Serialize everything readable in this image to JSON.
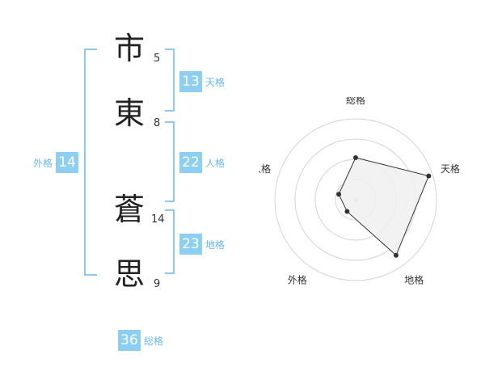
{
  "name": {
    "chars": [
      {
        "char": "市",
        "strokes": "5"
      },
      {
        "char": "東",
        "strokes": "8"
      },
      {
        "char": "蒼",
        "strokes": "14"
      },
      {
        "char": "思",
        "strokes": "9"
      }
    ]
  },
  "fortunes": {
    "tenkaku": {
      "value": "13",
      "label": "天格"
    },
    "jinkaku": {
      "value": "22",
      "label": "人格"
    },
    "chikaku": {
      "value": "23",
      "label": "地格"
    },
    "gaikaku": {
      "value": "14",
      "label": "外格"
    },
    "soukaku": {
      "value": "36",
      "label": "総格"
    }
  },
  "colors": {
    "accent": "#8ccff2",
    "bracket": "#8ec8f0",
    "label": "#6ab8e6"
  },
  "chart_data": {
    "type": "radar",
    "axes": [
      "総格",
      "天格",
      "地格",
      "外格",
      "人格"
    ],
    "values": [
      0.52,
      0.95,
      0.85,
      0.18,
      0.22
    ],
    "scale_rings": 4,
    "fill": "#f0f0f0",
    "line": "#333333"
  }
}
